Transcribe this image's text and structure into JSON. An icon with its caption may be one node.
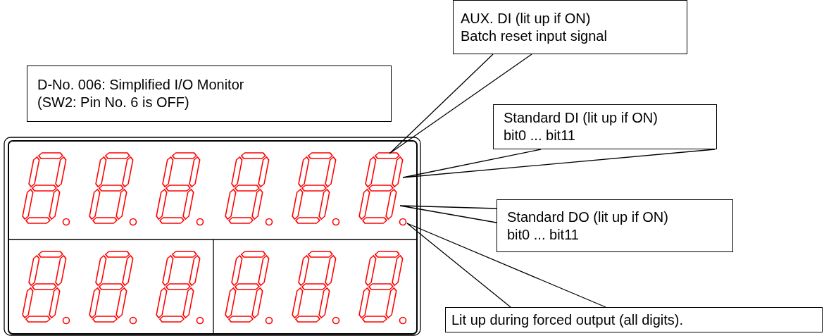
{
  "diagram": {
    "nodes": [
      {
        "text": [
          "AUX. DI (lit up if ON)",
          "Batch reset input signal"
        ]
      },
      {
        "text": [
          "D-No. 006: Simplified I/O Monitor",
          "(SW2: Pin No. 6 is OFF)"
        ]
      },
      {
        "text": [
          "Standard DI (lit up if ON)",
          "bit0 ... bit11"
        ]
      },
      {
        "text": [
          "Standard DO (lit up if ON)",
          "bit0 ... bit11"
        ]
      },
      {
        "text": [
          "Lit up during forced output (all digits)."
        ]
      }
    ],
    "edges": [
      {
        "from": 0,
        "to": null,
        "arrow": "none"
      },
      {
        "from": 2,
        "to": null,
        "arrow": "none"
      },
      {
        "from": 3,
        "to": null,
        "arrow": "none"
      },
      {
        "from": 4,
        "to": null,
        "arrow": "none"
      }
    ]
  }
}
